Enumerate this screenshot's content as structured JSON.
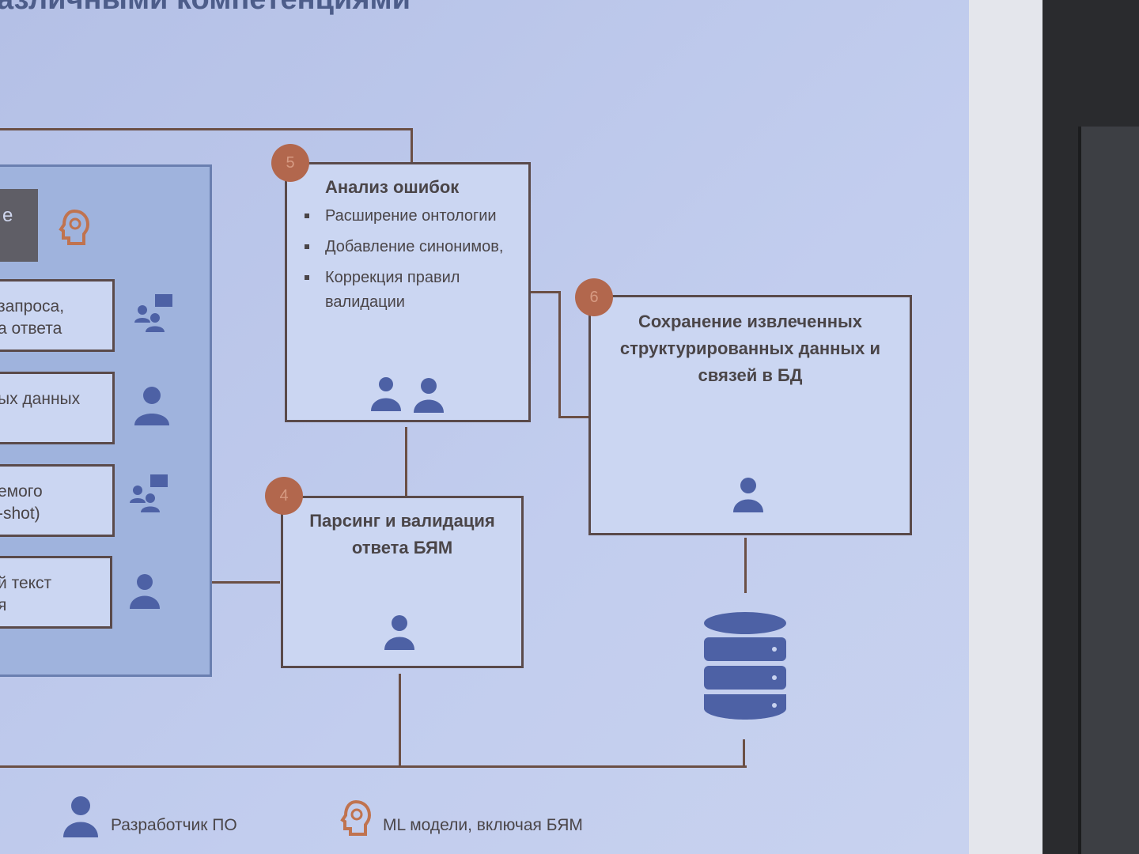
{
  "title": "азличными компетенциями",
  "left_boxes": [
    "запроса,\nа ответа",
    "ых данных",
    "емого\n-shot)",
    "й текст\nя"
  ],
  "left_panel_label": "e",
  "step5": {
    "num": "5",
    "title": "Анализ ошибок",
    "bullets": [
      "Расширение онтологии",
      "Добавление синонимов,",
      "Коррекция правил валидации"
    ]
  },
  "step4": {
    "num": "4",
    "title": "Парсинг и валидация ответа БЯМ"
  },
  "step6": {
    "num": "6",
    "title": "Сохранение извлеченных структурированных данных и связей в БД"
  },
  "legend": {
    "developer": "Разработчик ПО",
    "ml": "ML модели, включая БЯМ"
  },
  "colors": {
    "background": "#b7c3e6",
    "step_circle": "#b2674d",
    "box_border": "#5a4a4a",
    "icon": "#4d61a5"
  }
}
